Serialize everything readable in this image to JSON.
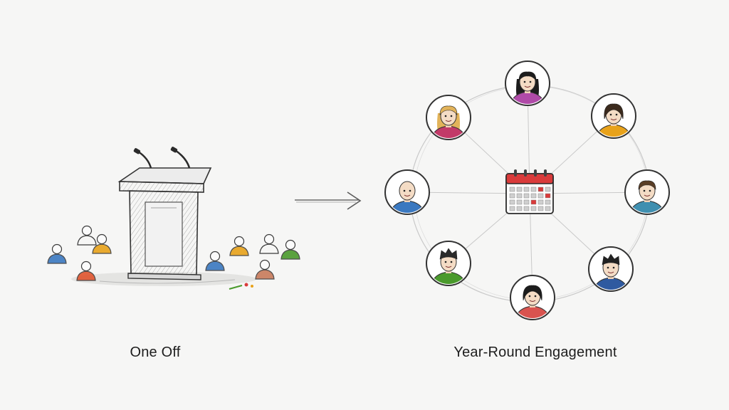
{
  "left_panel": {
    "caption": "One Off",
    "podium_icon": "podium-with-microphones-icon",
    "audience_icon": "audience-person-icon"
  },
  "arrow_icon": "right-arrow-icon",
  "right_panel": {
    "caption": "Year-Round Engagement",
    "center_icon": "calendar-icon",
    "colors": {
      "calendar_accent": "#d93b3b",
      "connector": "#c9c9c9",
      "sketch_stroke": "#3a3a3a"
    },
    "people": [
      {
        "hair": "#1c1c1c",
        "shirt": "#b04aa8",
        "hair_style": "long"
      },
      {
        "hair": "#3b2a1d",
        "shirt": "#e8a21a",
        "hair_style": "bob"
      },
      {
        "hair": "#5a3e26",
        "shirt": "#3f8fb0",
        "hair_style": "short"
      },
      {
        "hair": "#222222",
        "shirt": "#2f5aa0",
        "hair_style": "spiky"
      },
      {
        "hair": "#1c1c1c",
        "shirt": "#d9534f",
        "hair_style": "bob"
      },
      {
        "hair": "#2a2a2a",
        "shirt": "#4a9a2c",
        "hair_style": "spiky"
      },
      {
        "hair": "#c9a050",
        "shirt": "#3a78c0",
        "hair_style": "bald"
      },
      {
        "hair": "#e2b35a",
        "shirt": "#c23a68",
        "hair_style": "long"
      }
    ]
  }
}
